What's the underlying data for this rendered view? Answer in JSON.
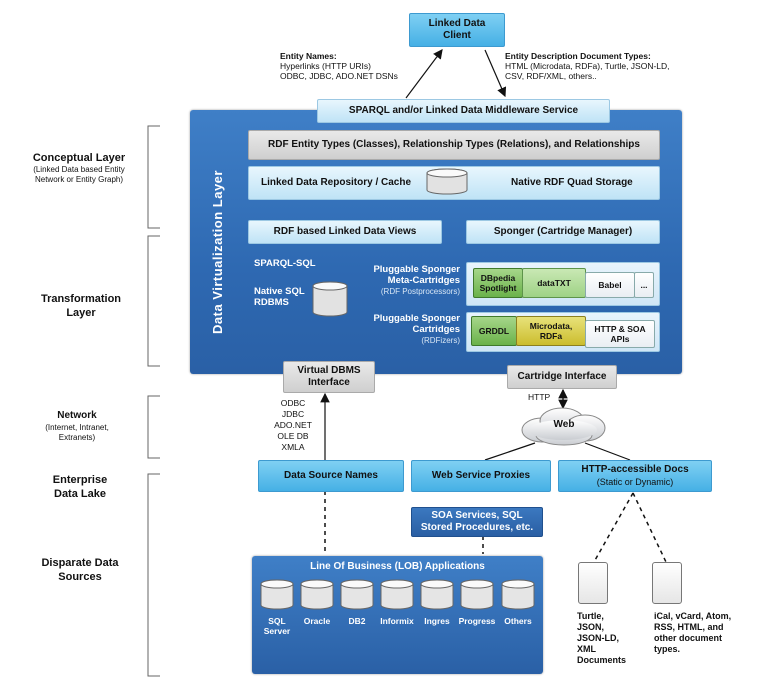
{
  "client": {
    "label_line1": "Linked Data",
    "label_line2": "Client"
  },
  "entity_names": {
    "title": "Entity Names:",
    "line1": "Hyperlinks (HTTP URIs)",
    "line2": "ODBC, JDBC, ADO.NET DSNs"
  },
  "entity_desc": {
    "title": "Entity Description Document Types:",
    "line1": "HTML (Microdata, RDFa), Turtle, JSON-LD,",
    "line2": "CSV, RDF/XML, others.."
  },
  "middleware": "SPARQL and/or Linked Data Middleware Service",
  "panel_title": "Data Virtualization Layer",
  "rdf_entity_types": "RDF Entity Types (Classes), Relationship Types (Relations), and Relationships",
  "repository": {
    "left": "Linked Data Repository / Cache",
    "right": "Native RDF Quad Storage"
  },
  "rdf_views": "RDF based Linked Data Views",
  "sponger": "Sponger (Cartridge Manager)",
  "sparql_sql": "SPARQL-SQL",
  "native_sql": {
    "line1": "Native SQL",
    "line2": "RDBMS"
  },
  "meta_cartridges": {
    "line1": "Pluggable Sponger",
    "line2": "Meta-Cartridges",
    "sub": "(RDF Postprocessors)",
    "chips": {
      "dbpedia_line1": "DBpedia",
      "dbpedia_line2": "Spotlight",
      "datatxt": "dataTXT",
      "babel": "Babel",
      "more": "..."
    }
  },
  "cartridges": {
    "line1": "Pluggable Sponger",
    "line2": "Cartridges",
    "sub": "(RDFizers)",
    "chips": {
      "grddl": "GRDDL",
      "microdata_line1": "Microdata,",
      "microdata_line2": "RDFa",
      "http_line1": "HTTP & SOA",
      "http_line2": "APIs"
    }
  },
  "virtual_dbms": {
    "line1": "Virtual DBMS",
    "line2": "Interface"
  },
  "cartridge_interface": "Cartridge Interface",
  "protocols": [
    "ODBC",
    "JDBC",
    "ADO.NET",
    "OLE DB",
    "XMLA"
  ],
  "http_label": "HTTP",
  "web_label": "Web",
  "layers": {
    "conceptual": {
      "title": "Conceptual Layer",
      "sub1": "(Linked Data based Entity",
      "sub2": "Network or Entity Graph)"
    },
    "transformation": {
      "line1": "Transformation",
      "line2": "Layer"
    },
    "network": {
      "title": "Network",
      "sub1": "(Internet, Intranet,",
      "sub2": "Extranets)"
    },
    "lake": {
      "line1": "Enterprise",
      "line2": "Data Lake"
    },
    "disparate": {
      "line1": "Disparate Data",
      "line2": "Sources"
    }
  },
  "data_source_names": "Data Source Names",
  "web_service_proxies": "Web Service Proxies",
  "http_docs": {
    "line1": "HTTP-accessible Docs",
    "line2": "(Static or Dynamic)"
  },
  "soa_services": {
    "line1": "SOA Services, SQL",
    "line2": "Stored Procedures, etc."
  },
  "lob": {
    "title": "Line Of Business (LOB) Applications",
    "databases": [
      {
        "line1": "SQL",
        "line2": "Server"
      },
      {
        "line1": "Oracle",
        "line2": ""
      },
      {
        "line1": "DB2",
        "line2": ""
      },
      {
        "line1": "Informix",
        "line2": ""
      },
      {
        "line1": "Ingres",
        "line2": ""
      },
      {
        "line1": "Progress",
        "line2": ""
      },
      {
        "line1": "Others",
        "line2": ""
      }
    ]
  },
  "doc_types_1": [
    "Turtle,",
    "JSON,",
    "JSON-LD,",
    "XML",
    "Documents"
  ],
  "doc_types_2": [
    "iCal, vCard, Atom,",
    "RSS, HTML, and",
    "other document",
    "types."
  ],
  "colors": {
    "panel_blue": "#2e69b2",
    "light_blue": "#45b0e5",
    "green": "#6ab24a",
    "olive": "#cbbd2e"
  }
}
